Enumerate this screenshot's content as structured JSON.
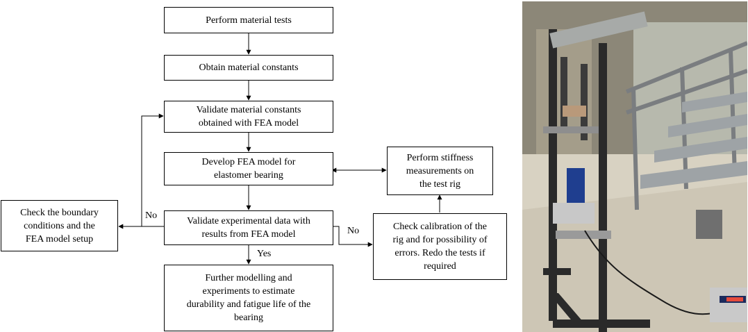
{
  "flowchart": {
    "nodes": {
      "perform_tests": "Perform material tests",
      "obtain_constants": "Obtain material constants",
      "validate_constants": "Validate material constants\nobtained with FEA model",
      "develop_fea": "Develop FEA model for\nelastomer bearing",
      "validate_experimental": "Validate experimental data with\nresults from FEA model",
      "further_modelling": "Further modelling and\nexperiments to estimate\ndurability and fatigue life of the\nbearing",
      "check_boundary": "Check the boundary\nconditions and the\nFEA model setup",
      "perform_stiffness": "Perform stiffness\nmeasurements on\nthe test rig",
      "check_calibration": "Check calibration of the\nrig and for possibility of\nerrors. Redo the tests if\nrequired"
    },
    "edge_labels": {
      "no_left": "No",
      "no_right": "No",
      "yes_down": "Yes"
    }
  },
  "photo": {
    "subject": "stiffness test rig with jack and load cell",
    "colors": {
      "floor": "#d8d2c2",
      "wall": "#bfc3b9",
      "frame": "#2a2a2a",
      "jack": "#1f3e8f"
    }
  }
}
